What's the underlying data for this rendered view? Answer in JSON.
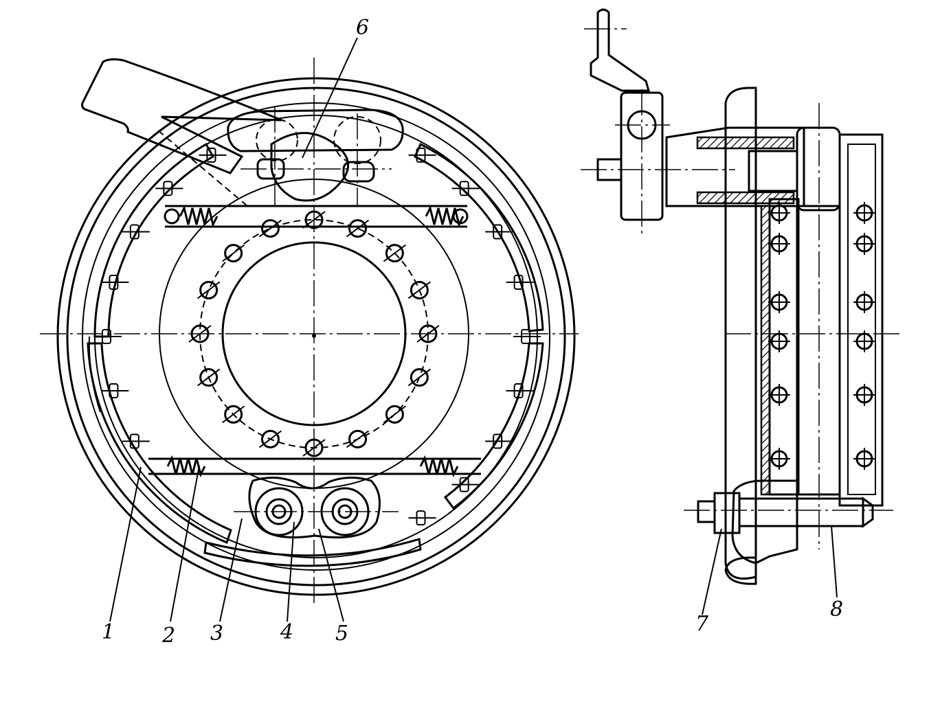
{
  "figure": {
    "callouts": [
      {
        "id": "callout-1",
        "text": "1"
      },
      {
        "id": "callout-2",
        "text": "2"
      },
      {
        "id": "callout-3",
        "text": "3"
      },
      {
        "id": "callout-4",
        "text": "4"
      },
      {
        "id": "callout-5",
        "text": "5"
      },
      {
        "id": "callout-6",
        "text": "6"
      },
      {
        "id": "callout-7",
        "text": "7"
      },
      {
        "id": "callout-8",
        "text": "8"
      }
    ]
  },
  "style": {
    "line_color": "#000000",
    "background": "#ffffff"
  }
}
